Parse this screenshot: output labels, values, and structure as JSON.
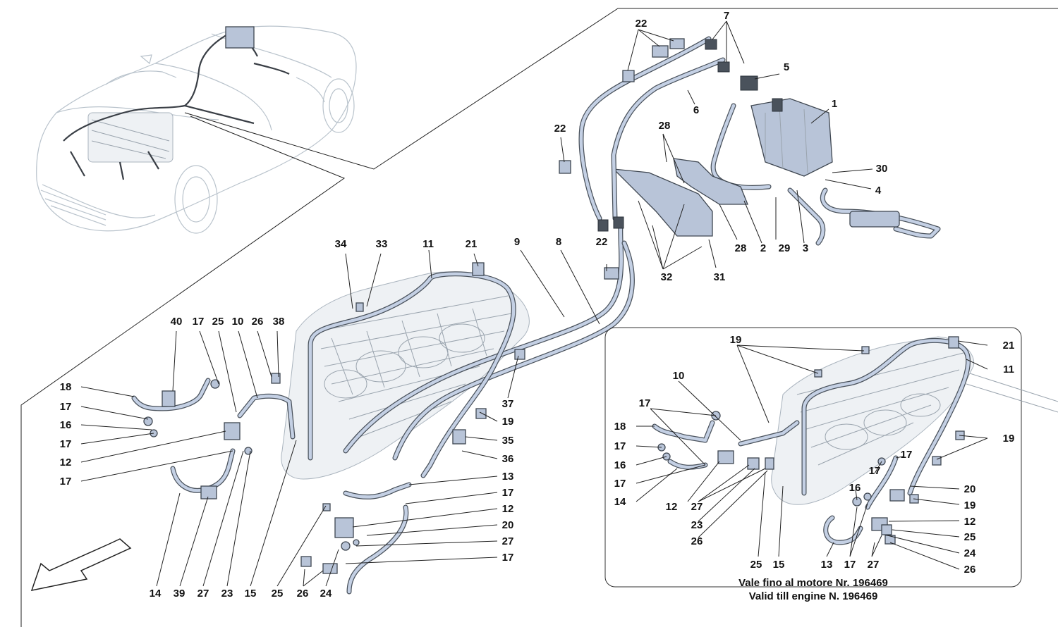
{
  "diagram": {
    "inset_note": {
      "line1": "Vale fino al motore Nr. 196469",
      "line2": "Valid till engine N. 196469"
    },
    "callouts": [
      {
        "id": "c22a",
        "text": "22"
      },
      {
        "id": "c7",
        "text": "7"
      },
      {
        "id": "c5",
        "text": "5"
      },
      {
        "id": "c1",
        "text": "1"
      },
      {
        "id": "c6",
        "text": "6"
      },
      {
        "id": "c22b",
        "text": "22"
      },
      {
        "id": "c28a",
        "text": "28"
      },
      {
        "id": "c30",
        "text": "30"
      },
      {
        "id": "c4",
        "text": "4"
      },
      {
        "id": "c22c",
        "text": "22"
      },
      {
        "id": "c28b",
        "text": "28"
      },
      {
        "id": "c2",
        "text": "2"
      },
      {
        "id": "c29",
        "text": "29"
      },
      {
        "id": "c3",
        "text": "3"
      },
      {
        "id": "c32",
        "text": "32"
      },
      {
        "id": "c31",
        "text": "31"
      },
      {
        "id": "c34",
        "text": "34"
      },
      {
        "id": "c33",
        "text": "33"
      },
      {
        "id": "c11a",
        "text": "11"
      },
      {
        "id": "c21a",
        "text": "21"
      },
      {
        "id": "c9",
        "text": "9"
      },
      {
        "id": "c8",
        "text": "8"
      },
      {
        "id": "c40",
        "text": "40"
      },
      {
        "id": "c17a",
        "text": "17"
      },
      {
        "id": "c25a",
        "text": "25"
      },
      {
        "id": "c10a",
        "text": "10"
      },
      {
        "id": "c26a",
        "text": "26"
      },
      {
        "id": "c38",
        "text": "38"
      },
      {
        "id": "c18a",
        "text": "18"
      },
      {
        "id": "c17b",
        "text": "17"
      },
      {
        "id": "c16a",
        "text": "16"
      },
      {
        "id": "c17c",
        "text": "17"
      },
      {
        "id": "c12a",
        "text": "12"
      },
      {
        "id": "c17d",
        "text": "17"
      },
      {
        "id": "c37",
        "text": "37"
      },
      {
        "id": "c19a",
        "text": "19"
      },
      {
        "id": "c35",
        "text": "35"
      },
      {
        "id": "c36",
        "text": "36"
      },
      {
        "id": "c13a",
        "text": "13"
      },
      {
        "id": "c17e",
        "text": "17"
      },
      {
        "id": "c12b",
        "text": "12"
      },
      {
        "id": "c20a",
        "text": "20"
      },
      {
        "id": "c27a",
        "text": "27"
      },
      {
        "id": "c17f",
        "text": "17"
      },
      {
        "id": "c14a",
        "text": "14"
      },
      {
        "id": "c39",
        "text": "39"
      },
      {
        "id": "c27b",
        "text": "27"
      },
      {
        "id": "c23a",
        "text": "23"
      },
      {
        "id": "c15a",
        "text": "15"
      },
      {
        "id": "c25b",
        "text": "25"
      },
      {
        "id": "c26b",
        "text": "26"
      },
      {
        "id": "c24a",
        "text": "24"
      },
      {
        "id": "i19a",
        "text": "19"
      },
      {
        "id": "i21",
        "text": "21"
      },
      {
        "id": "i10",
        "text": "10"
      },
      {
        "id": "i11",
        "text": "11"
      },
      {
        "id": "i17a",
        "text": "17"
      },
      {
        "id": "i18",
        "text": "18"
      },
      {
        "id": "i17b",
        "text": "17"
      },
      {
        "id": "i16a",
        "text": "16"
      },
      {
        "id": "i17c",
        "text": "17"
      },
      {
        "id": "i14",
        "text": "14"
      },
      {
        "id": "i12a",
        "text": "12"
      },
      {
        "id": "i27a",
        "text": "27"
      },
      {
        "id": "i23",
        "text": "23"
      },
      {
        "id": "i26a",
        "text": "26"
      },
      {
        "id": "i19b",
        "text": "19"
      },
      {
        "id": "i17d",
        "text": "17"
      },
      {
        "id": "i17e",
        "text": "17"
      },
      {
        "id": "i16b",
        "text": "16"
      },
      {
        "id": "i20",
        "text": "20"
      },
      {
        "id": "i19c",
        "text": "19"
      },
      {
        "id": "i12b",
        "text": "12"
      },
      {
        "id": "i25a",
        "text": "25"
      },
      {
        "id": "i24",
        "text": "24"
      },
      {
        "id": "i26b",
        "text": "26"
      },
      {
        "id": "i25b",
        "text": "25"
      },
      {
        "id": "i15",
        "text": "15"
      },
      {
        "id": "i13",
        "text": "13"
      },
      {
        "id": "i17f",
        "text": "17"
      },
      {
        "id": "i27b",
        "text": "27"
      }
    ]
  }
}
